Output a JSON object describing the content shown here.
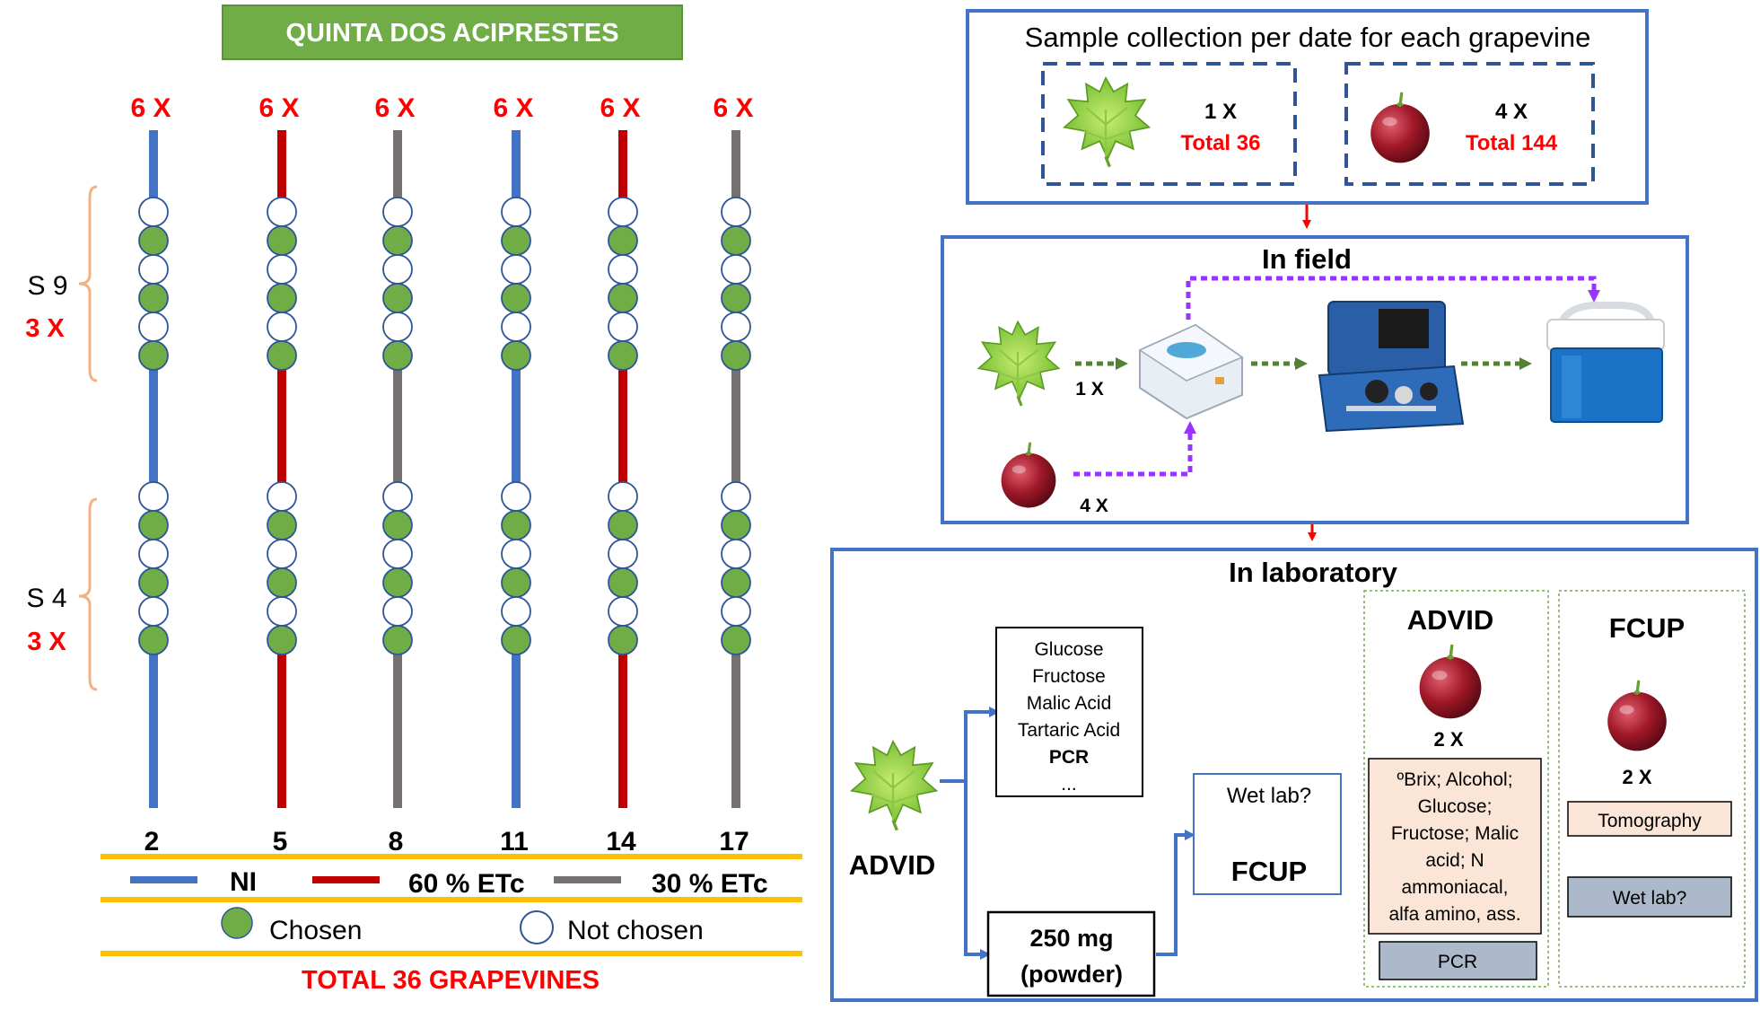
{
  "header_title": "QUINTA DOS ACIPRESTES",
  "colors": {
    "header_green": "#70ad47",
    "blue_line": "#4472c4",
    "red_line": "#c00000",
    "gray_line": "#767171",
    "chosen": "#70ad47",
    "bracket": "#f4b183",
    "yellow_band": "#ffc000",
    "red_text": "#ff0000",
    "frame_blue": "#4472c4",
    "arrow_green": "#548235",
    "arrow_purple": "#9933ff",
    "box_peach": "#fbe5d6",
    "box_gray": "#acb9ca",
    "dotted_green": "#70ad47"
  },
  "rows": [
    {
      "multiplier": "6 X",
      "number": "2",
      "color": "blue"
    },
    {
      "multiplier": "6 X",
      "number": "5",
      "color": "red"
    },
    {
      "multiplier": "6 X",
      "number": "8",
      "color": "gray"
    },
    {
      "multiplier": "6 X",
      "number": "11",
      "color": "blue"
    },
    {
      "multiplier": "6 X",
      "number": "14",
      "color": "red"
    },
    {
      "multiplier": "6 X",
      "number": "17",
      "color": "gray"
    }
  ],
  "sections": [
    {
      "name": "S 9",
      "multiplier": "3 X"
    },
    {
      "name": "S 4",
      "multiplier": "3 X"
    }
  ],
  "legend": {
    "ni": "NI",
    "etc60": "60 % ETc",
    "etc30": "30 % ETc",
    "chosen": "Chosen",
    "not_chosen": "Not chosen",
    "total": "TOTAL 36 GRAPEVINES"
  },
  "sample_collection": {
    "title": "Sample collection per date for each grapevine",
    "leaf_multiplier": "1 X",
    "leaf_total": "Total 36",
    "grape_multiplier": "4 X",
    "grape_total": "Total 144"
  },
  "in_field": {
    "title": "In field",
    "leaf_multiplier": "1 X",
    "grape_multiplier": "4 X"
  },
  "in_lab": {
    "title": "In laboratory",
    "advid_label": "ADVID",
    "analysis_list": [
      "Glucose",
      "Fructose",
      "Malic Acid",
      "Tartaric Acid",
      "PCR",
      "..."
    ],
    "powder_line1": "250 mg",
    "powder_line2": "(powder)",
    "wetlab_q": "Wet lab?",
    "fcup_label": "FCUP",
    "advid_col": {
      "title": "ADVID",
      "multiplier": "2 X",
      "analyses": [
        "ºBrix; Alcohol;",
        "Glucose;",
        "Fructose; Malic",
        "acid; N",
        "ammoniacal,",
        "alfa amino, ass."
      ],
      "pcr": "PCR"
    },
    "fcup_col": {
      "title": "FCUP",
      "multiplier": "2 X",
      "tomography": "Tomography",
      "wetlab": "Wet lab?"
    }
  }
}
